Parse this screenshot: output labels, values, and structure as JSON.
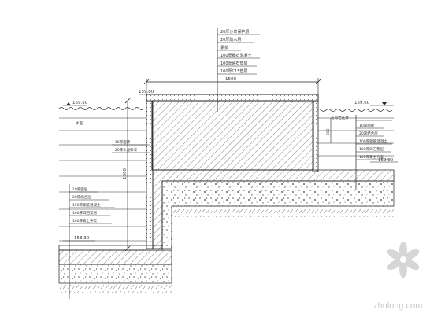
{
  "drawing": {
    "top_callout_lines": [
      "20厚沙浆保护层",
      "20厚防水层",
      "素浆",
      "100厚细石混凝土",
      "100厚碎石垫层",
      "100厚C15垫层"
    ],
    "dimensions": {
      "width_label": "1500",
      "depth_label": "1300",
      "small_depth_label": "300",
      "level_top": "159.80",
      "level_left": "159.50",
      "level_right": "159.60",
      "level_right_low": "159.00",
      "level_bottom": "158.30"
    },
    "left_labels": {
      "water": "水面",
      "wall_a": "10厚面砖",
      "wall_b": "20厚水泥砂浆"
    },
    "left_bottom_callout": [
      "10厚面层",
      "20厚结合层",
      "150厚钢筋混凝土",
      "100厚碎石垫层",
      "100厚素土夯实"
    ],
    "right_callout": [
      "花岗岩压顶",
      "10厚面砖",
      "20厚结合层",
      "100厚钢筋混凝土",
      "100厚碎石垫层",
      "100厚素土夯实"
    ]
  },
  "watermark": {
    "text": "zhulong.com"
  }
}
